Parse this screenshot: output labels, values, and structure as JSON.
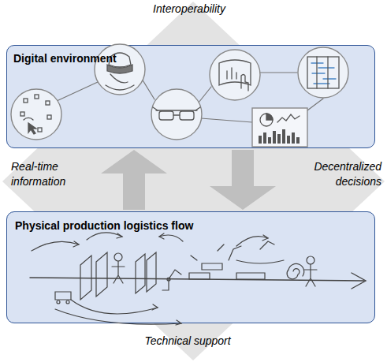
{
  "diagram": {
    "nodes": [
      {
        "text": [
          "Digital environment"
        ]
      },
      {
        "text": [
          "Physical production logistics flow"
        ]
      }
    ],
    "edges": [
      {
        "from": 1,
        "to": 0,
        "arrow": "to",
        "label": "Real-time information"
      },
      {
        "from": 0,
        "to": 1,
        "arrow": "to",
        "label": "Decentralized decisions"
      }
    ],
    "labels": [
      "Interoperability",
      "Technical support"
    ]
  }
}
